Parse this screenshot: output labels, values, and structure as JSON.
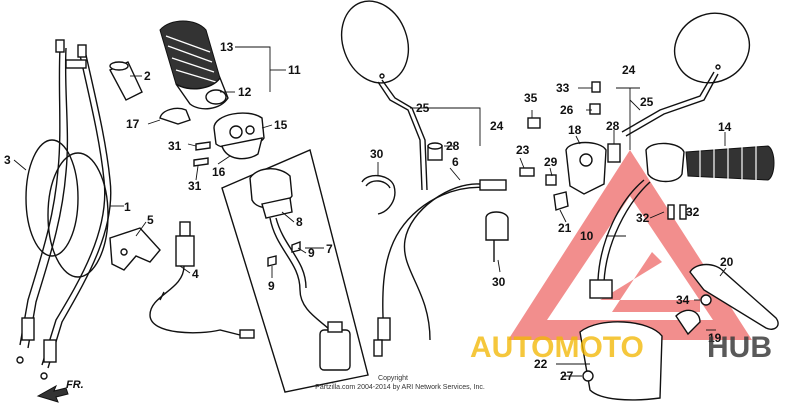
{
  "diagram": {
    "callouts": [
      "1",
      "2",
      "3",
      "4",
      "5",
      "6",
      "7",
      "8",
      "9",
      "9",
      "10",
      "11",
      "12",
      "13",
      "14",
      "15",
      "16",
      "17",
      "18",
      "19",
      "20",
      "21",
      "22",
      "23",
      "24",
      "24",
      "25",
      "25",
      "26",
      "27",
      "28",
      "28",
      "29",
      "30",
      "30",
      "31",
      "31",
      "32",
      "32",
      "33",
      "34",
      "35"
    ],
    "direction_label": "FR.",
    "copyright_line1": "Copyright",
    "copyright_line2": "Partzilla.com 2004-2014 by ARI Network Services, Inc."
  },
  "watermark": {
    "word_a": "AUTOMOTO",
    "word_b": "HUB",
    "color_a": "#f2b705",
    "color_b": "#3c3c3c",
    "triangle_color": "#e8312f"
  }
}
